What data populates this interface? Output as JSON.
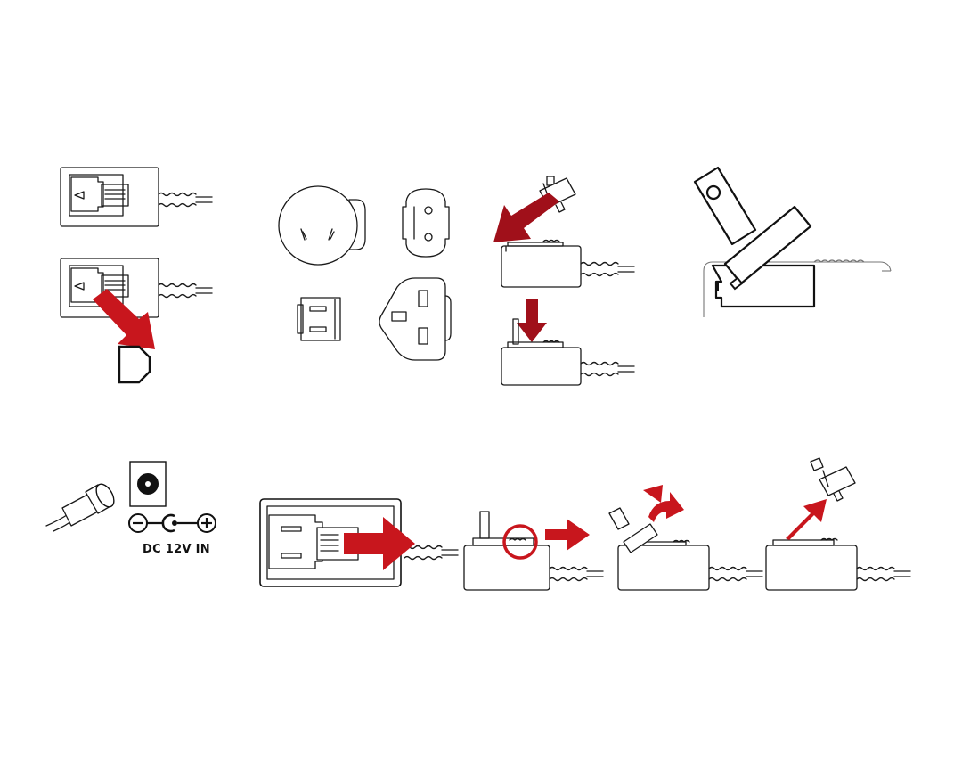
{
  "colors": {
    "arrow": "#c8161d",
    "arrow_dark": "#a0101a",
    "line": "#1a1a1a"
  },
  "panels": [
    {
      "id": "adapter-remove",
      "icon": "ac-inlet-adapter-icon"
    },
    {
      "id": "plug-types",
      "icon": "plug-types-icon"
    },
    {
      "id": "plug-attach",
      "icon": "plug-attach-icon"
    },
    {
      "id": "plug-detail",
      "icon": "plug-detail-icon"
    },
    {
      "id": "dc-input",
      "icon": "dc-jack-icon"
    },
    {
      "id": "plug-release-sequence",
      "icon": "plug-release-icon"
    }
  ],
  "dc_input": {
    "label": "DC 12V IN",
    "polarity": [
      "−",
      "+"
    ]
  }
}
